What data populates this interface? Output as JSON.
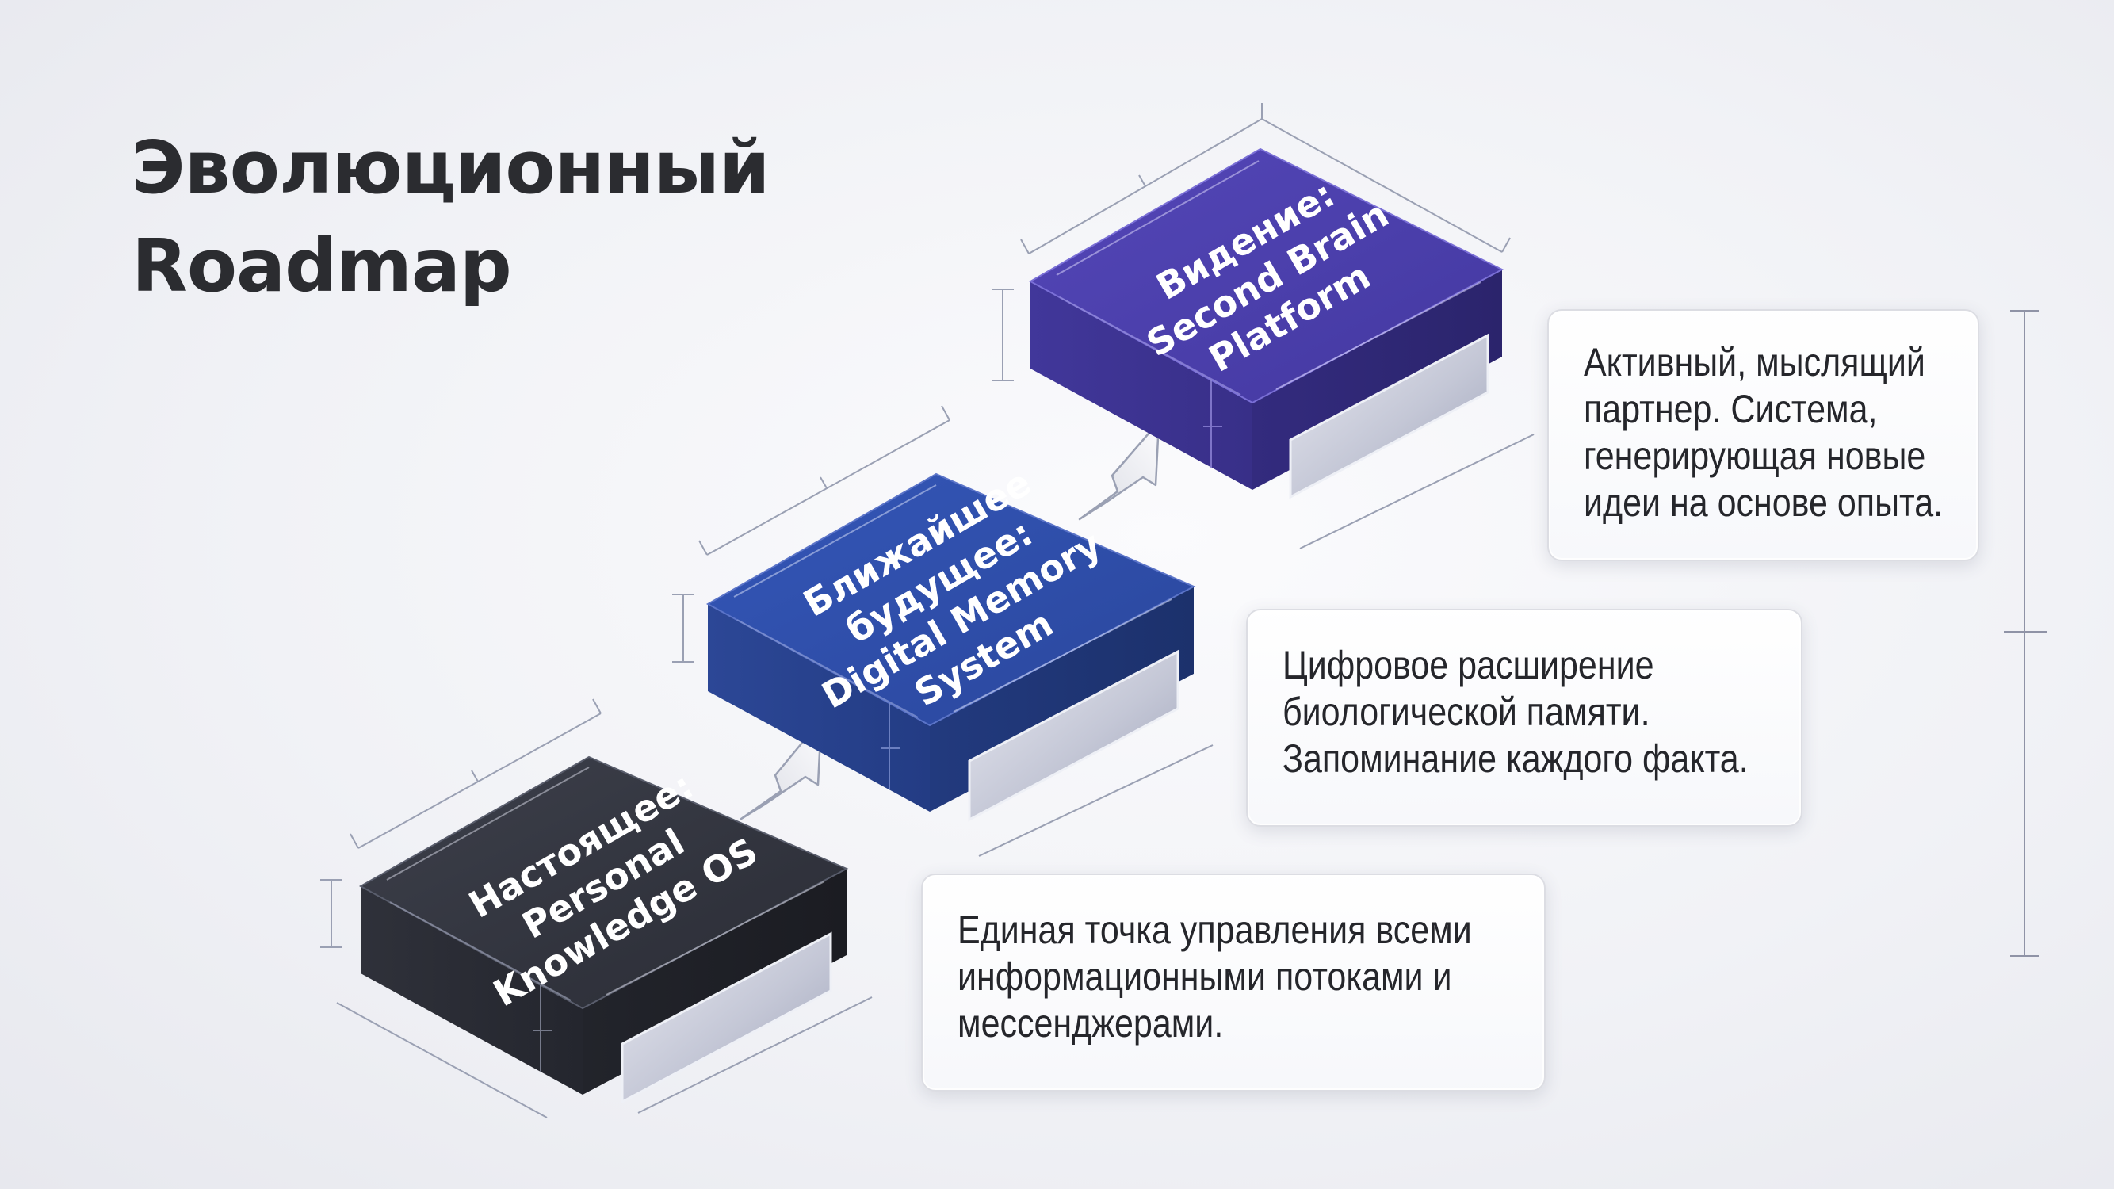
{
  "title": {
    "line1": "Эволюционный",
    "line2": "Roadmap"
  },
  "stages": [
    {
      "block_lines": [
        "Настоящее:",
        "Personal",
        "Knowledge OS"
      ],
      "description_lines": [
        "Единая точка управления всеми",
        "информационными потоками и",
        "мессенджерами."
      ],
      "color": "#2c2f3a"
    },
    {
      "block_lines": [
        "Ближайшее",
        "будущее:",
        "Digital Memory",
        "System"
      ],
      "description_lines": [
        "Цифровое расширение",
        "биологической памяти.",
        "Запоминание каждого факта."
      ],
      "color": "#2e4aa5"
    },
    {
      "block_lines": [
        "Видение:",
        "Second Brain",
        "Platform"
      ],
      "description_lines": [
        "Активный, мыслящий",
        "партнер. Система,",
        "генерирующая новые",
        "идеи на основе опыта."
      ],
      "color": "#4a3fa8"
    }
  ]
}
